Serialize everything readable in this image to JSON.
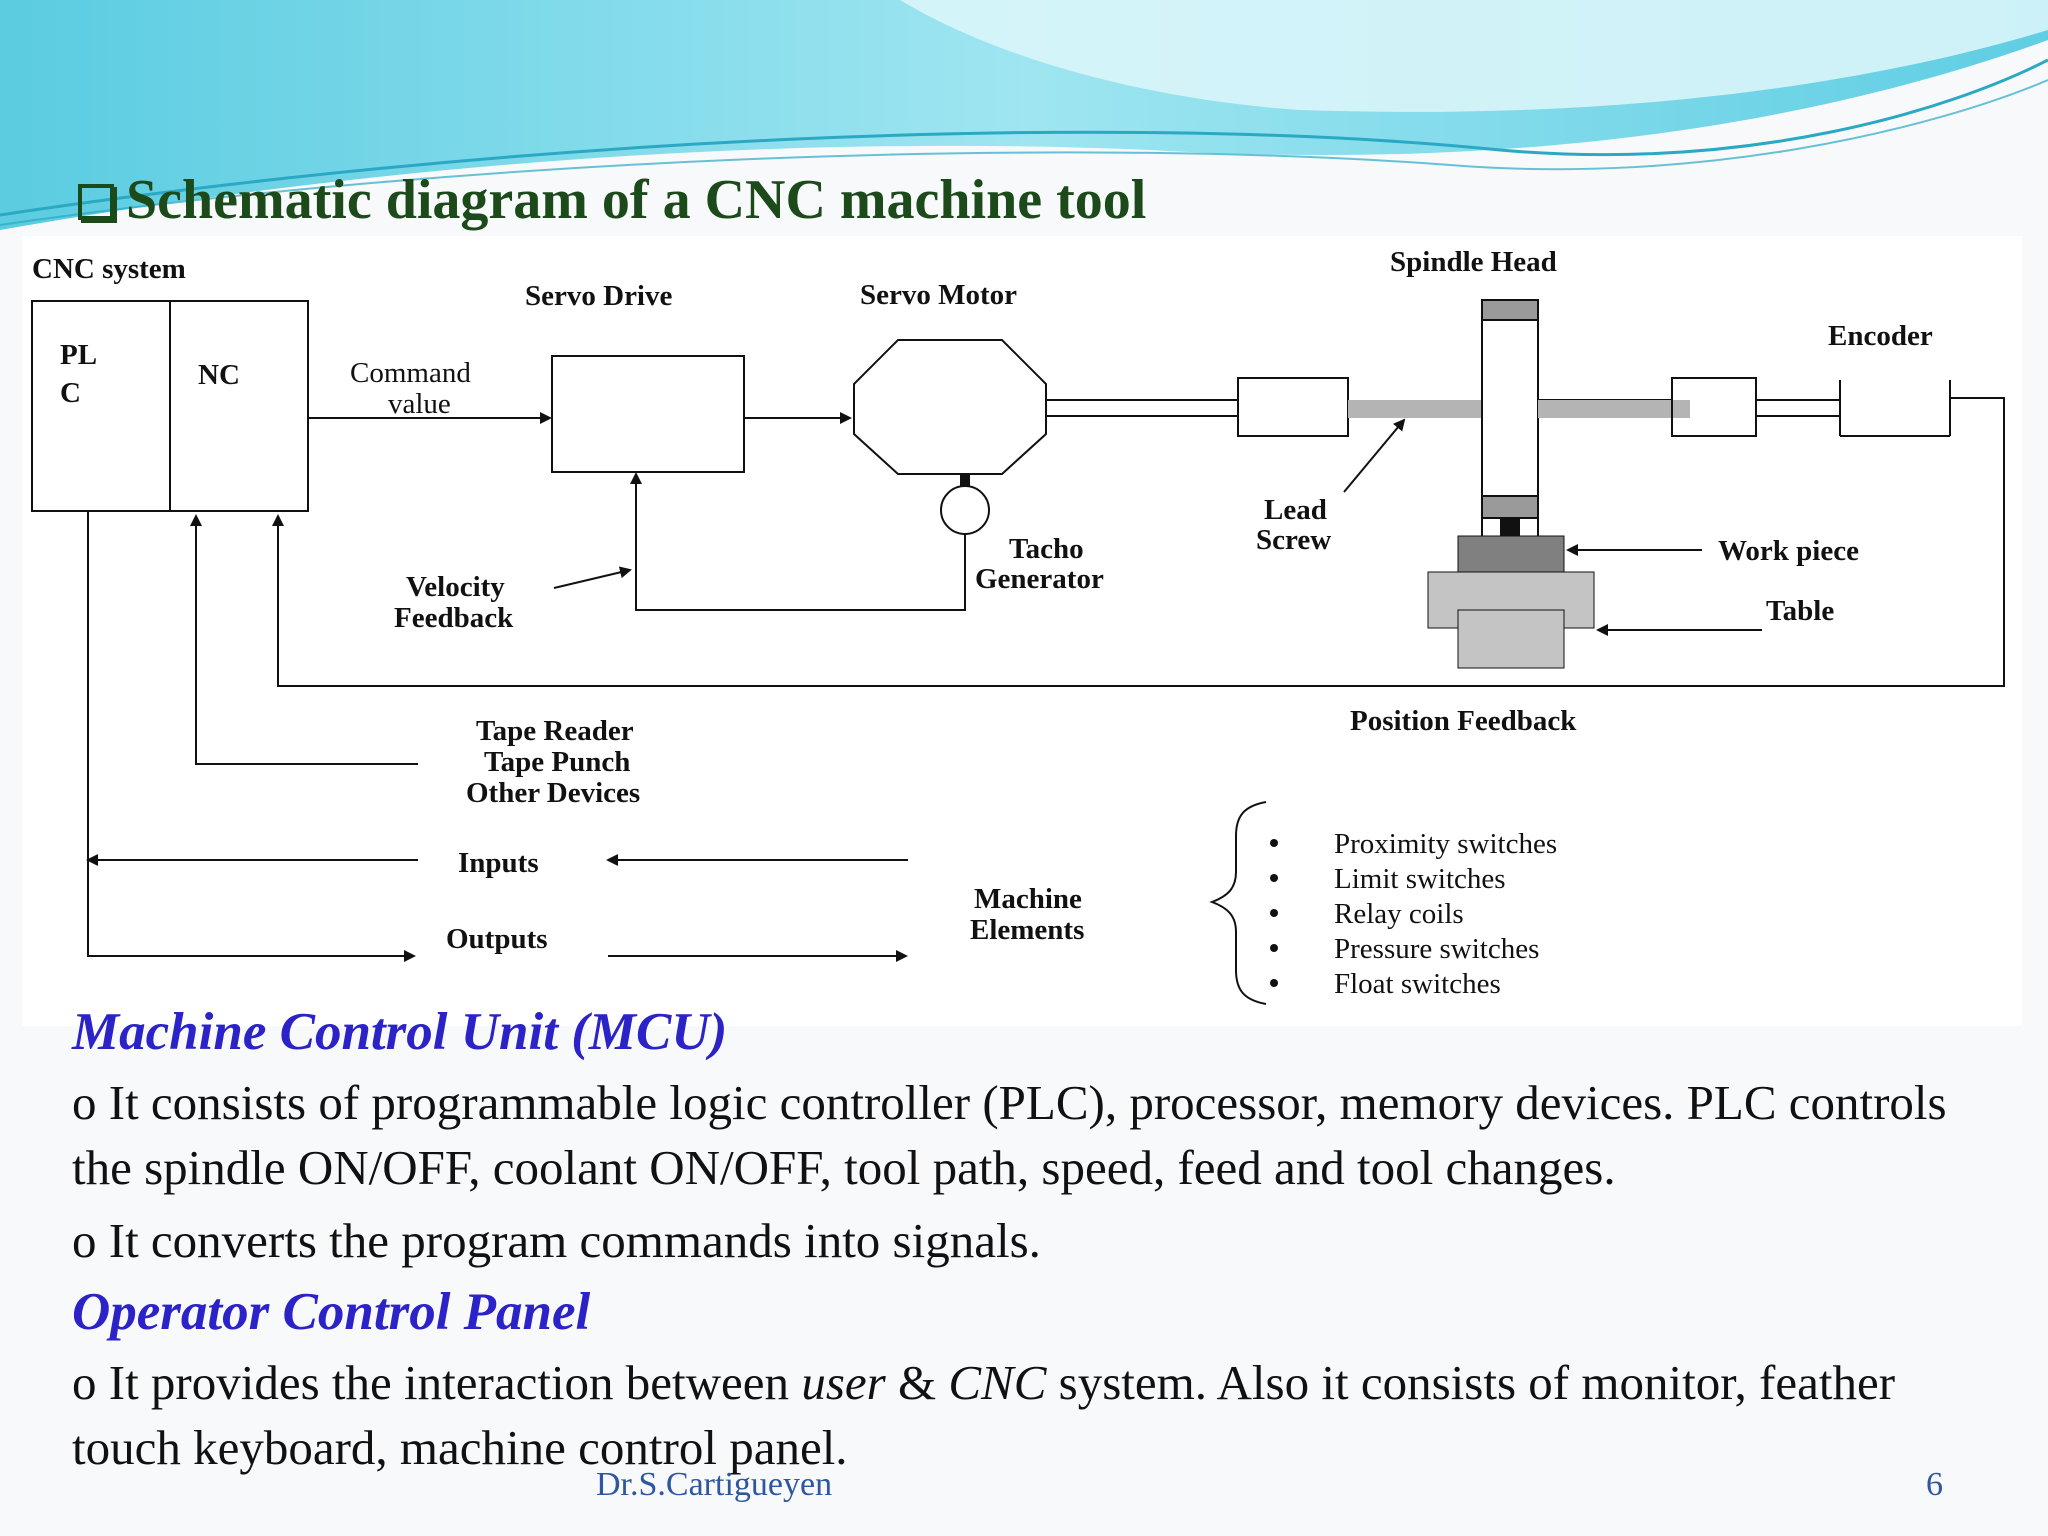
{
  "slide": {
    "title": "Schematic diagram of a CNC machine tool",
    "footer_author": "Dr.S.Cartigueyen",
    "page_number": "6"
  },
  "diagram": {
    "cnc_system": "CNC system",
    "plc_line1": "PL",
    "plc_line2": "C",
    "nc": "NC",
    "command_value_line1": "Command",
    "command_value_line2": "value",
    "servo_drive": "Servo Drive",
    "servo_motor": "Servo Motor",
    "spindle_head": "Spindle Head",
    "encoder": "Encoder",
    "lead_screw_line1": "Lead",
    "lead_screw_line2": "Screw",
    "tacho_line1": "Tacho",
    "tacho_line2": "Generator",
    "velocity_line1": "Velocity",
    "velocity_line2": "Feedback",
    "work_piece": "Work piece",
    "table": "Table",
    "position_feedback": "Position Feedback",
    "devices": [
      "Tape Reader",
      "Tape Punch",
      "Other Devices"
    ],
    "inputs": "Inputs",
    "outputs": "Outputs",
    "machine_elements_line1": "Machine",
    "machine_elements_line2": "Elements",
    "switches": [
      "Proximity switches",
      "Limit switches",
      "Relay coils",
      "Pressure switches",
      "Float switches"
    ]
  },
  "sections": {
    "mcu_heading": "Machine Control Unit (MCU)",
    "mcu_p1": "o It consists of programmable logic controller (PLC), processor, memory devices. PLC controls the spindle ON/OFF, coolant ON/OFF, tool path, speed, feed and tool changes.",
    "mcu_p2": "o It converts the program commands into signals.",
    "ocp_heading": "Operator Control Panel",
    "ocp_p1_a": "o It provides the interaction between ",
    "ocp_p1_user": "user",
    "ocp_p1_amp": " & ",
    "ocp_p1_cnc": "CNC",
    "ocp_p1_b": " system. Also it consists of monitor, feather touch keyboard, machine control panel."
  },
  "colors": {
    "title": "#1d4a1a",
    "heading": "#2b22c8",
    "footer": "#2f56a0",
    "header_wave": "#5fd3e8"
  }
}
